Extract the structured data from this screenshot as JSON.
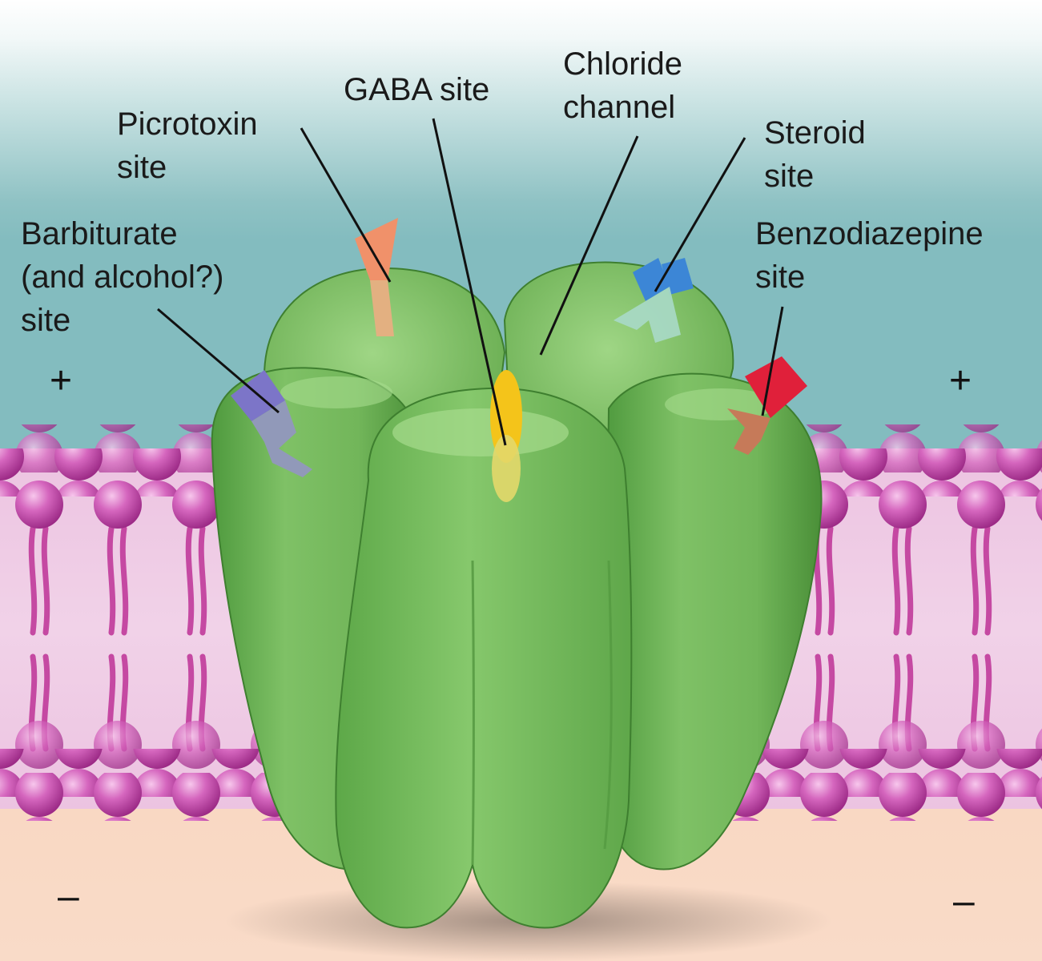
{
  "labels": {
    "picrotoxin": [
      "Picrotoxin",
      "site"
    ],
    "gaba": [
      "GABA site"
    ],
    "chloride": [
      "Chloride",
      "channel"
    ],
    "steroid": [
      "Steroid",
      "site"
    ],
    "barbiturate": [
      "Barbiturate",
      "(and alcohol?)",
      "site"
    ],
    "benzodiazepine": [
      "Benzodiazepine",
      "site"
    ]
  },
  "charges": {
    "outside": "+",
    "inside": "–"
  },
  "colors": {
    "receptor": "#76b85a",
    "membrane_head": "#c94ea7",
    "extracellular": "#9ccbcb",
    "intracellular": "#f6c3a3",
    "picrotoxin_site": "#f0916a",
    "gaba_site": "#f2c81a",
    "steroid_site": "#3c86d6",
    "barbiturate_site": "#7c75c8",
    "benzodiazepine_site": "#e0203a"
  }
}
